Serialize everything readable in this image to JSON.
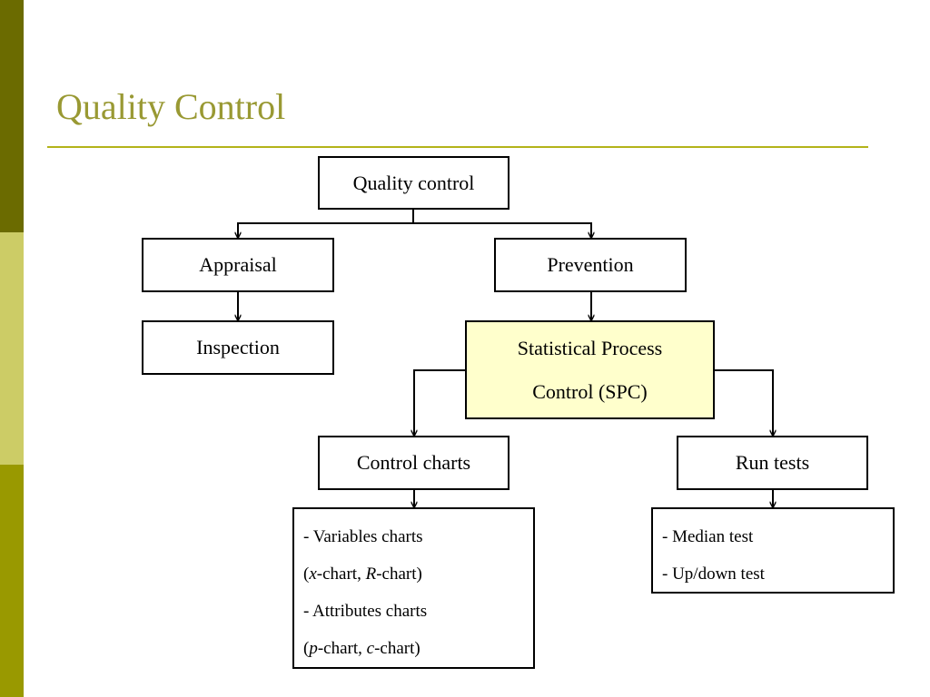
{
  "slide": {
    "title": "Quality Control"
  },
  "diagram": {
    "root": "Quality control",
    "appraisal": "Appraisal",
    "inspection": "Inspection",
    "prevention": "Prevention",
    "spc_line1": "Statistical Process",
    "spc_line2": "Control (SPC)",
    "control_charts": "Control charts",
    "run_tests": "Run tests",
    "charts_list": {
      "variables": "- Variables charts",
      "variables_open": "(",
      "variables_x": "x",
      "variables_mid": "-chart, ",
      "variables_r": "R",
      "variables_close": "-chart)",
      "attributes": "- Attributes charts",
      "attributes_open": "(",
      "attributes_p": "p",
      "attributes_mid": "-chart, ",
      "attributes_c": "c",
      "attributes_close": "-chart)"
    },
    "tests_list": {
      "median": "- Median test",
      "updown": "- Up/down test"
    }
  },
  "colors": {
    "title": "#999933",
    "rule": "#b3b31a",
    "spc_fill": "#ffffcc",
    "band_dark": "#6b6b00",
    "band_light": "#cccc66",
    "band_mid": "#999900"
  }
}
